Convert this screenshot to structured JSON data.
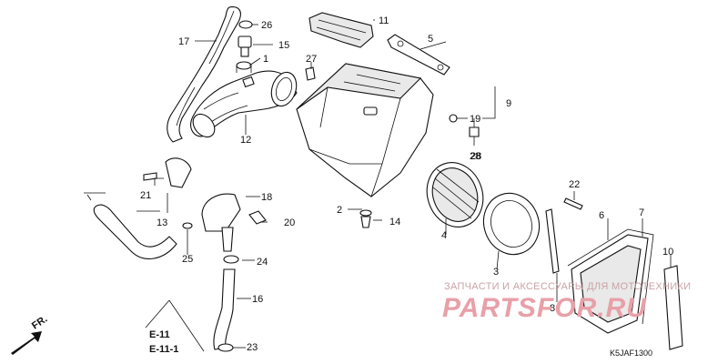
{
  "diagram": {
    "part_labels": [
      "1",
      "2",
      "3",
      "4",
      "5",
      "6",
      "7",
      "8",
      "9",
      "10",
      "11",
      "12",
      "13",
      "14",
      "15",
      "16",
      "17",
      "18",
      "19",
      "20",
      "21",
      "22",
      "23",
      "24",
      "25",
      "26",
      "27",
      "28"
    ],
    "label_28_second": "28",
    "ref_codes": [
      "E-11",
      "E-11-1"
    ],
    "direction_label": "FR.",
    "diagram_code": "K5JAF1300"
  },
  "watermark": {
    "caption": "ЗАПЧАСТИ И АКСЕССУАРЫ ДЛЯ МОТОТЕХНИКИ",
    "brand": "PARTSFOR.RU",
    "color": "#e8a0a8"
  }
}
